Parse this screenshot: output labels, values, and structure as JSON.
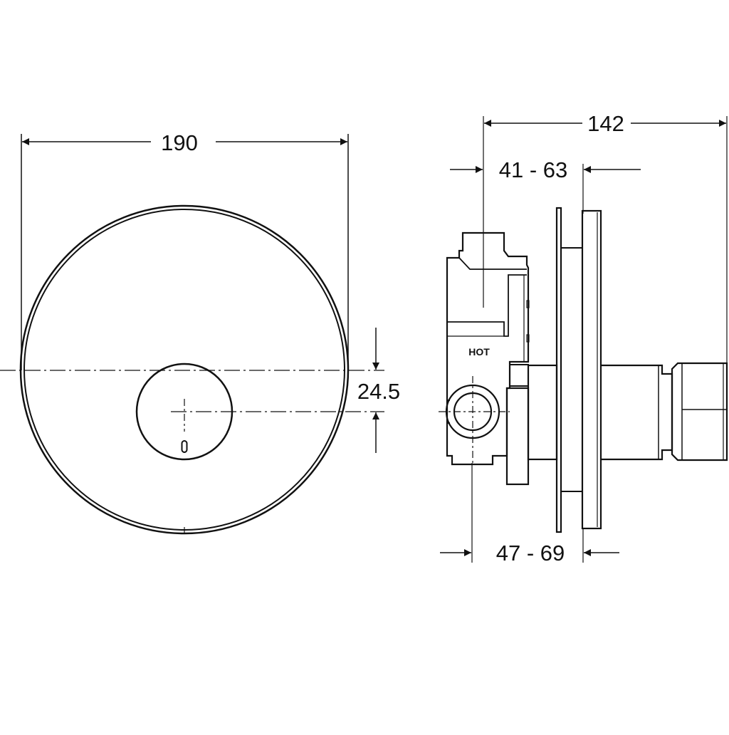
{
  "dimensions": {
    "overall_diameter": "190",
    "offset": "24.5",
    "overall_depth": "142",
    "range_upper": "41 - 63",
    "range_lower": "47 - 69"
  },
  "labels": {
    "hot": "HOT",
    "knob_mark": "0"
  },
  "colors": {
    "line": "#111111",
    "background": "#ffffff"
  }
}
